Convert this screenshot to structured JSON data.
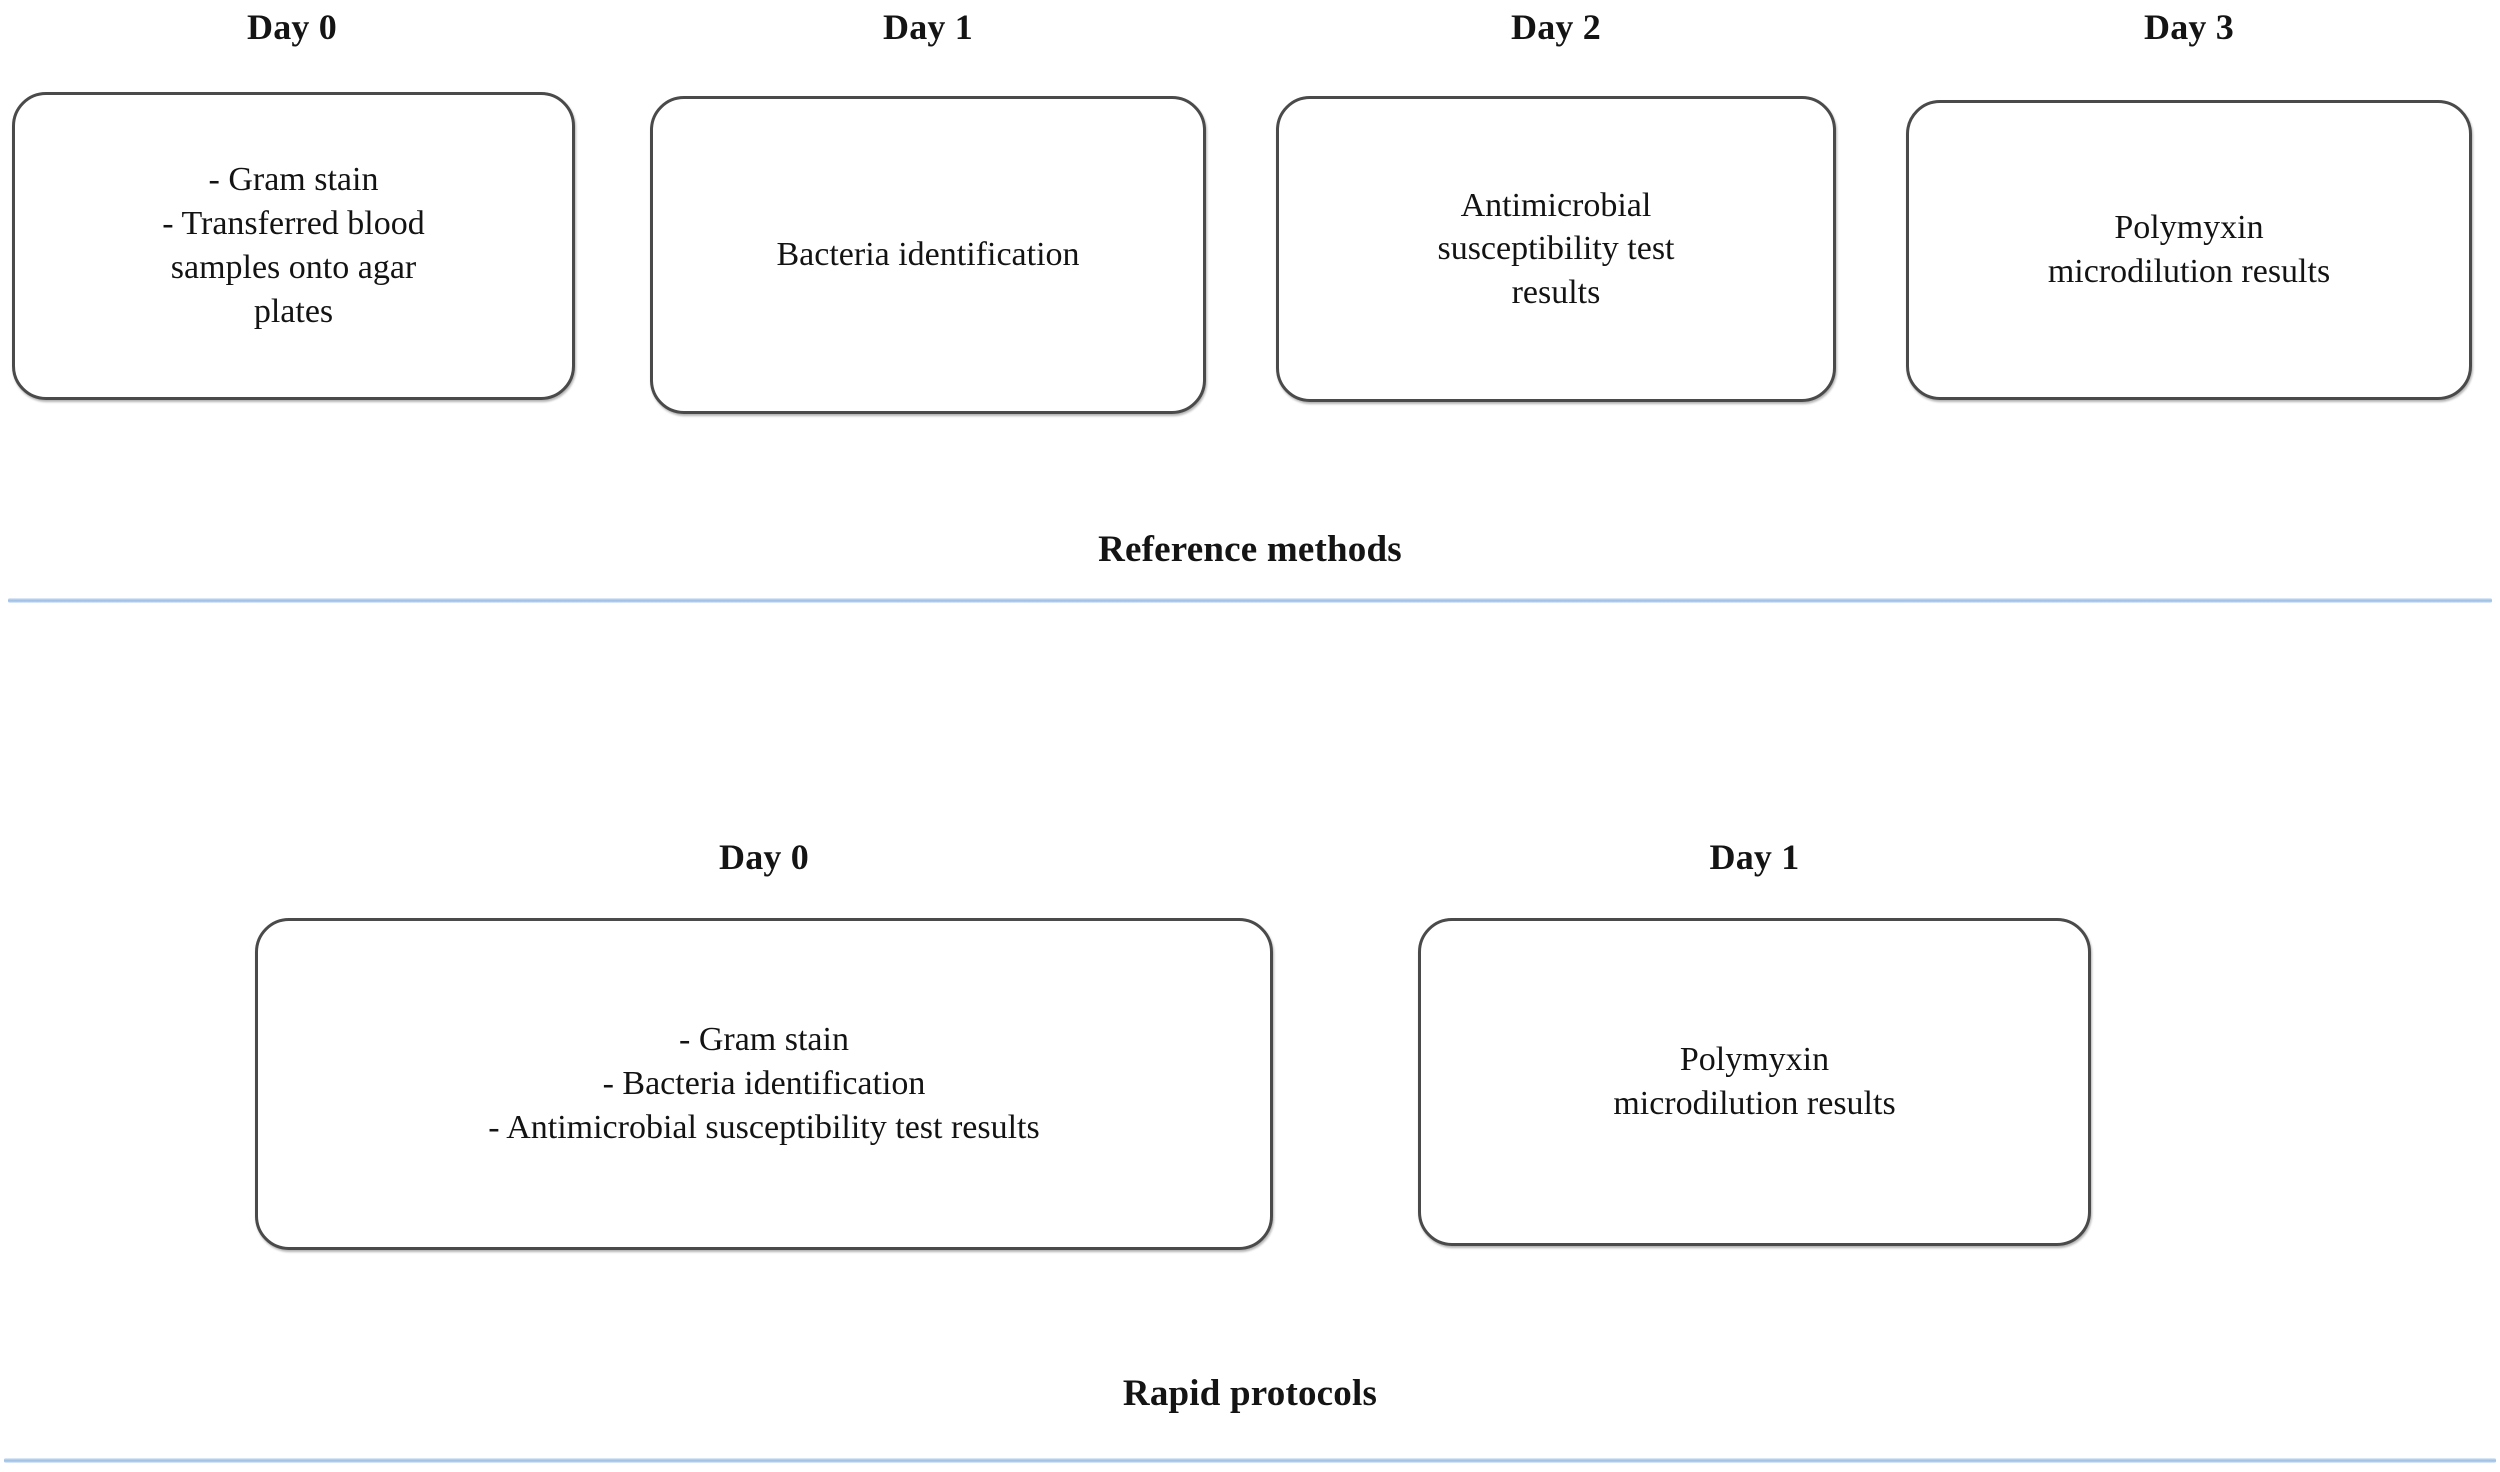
{
  "figure": {
    "background_color": "#ffffff",
    "box_border_color": "#4a4a4a",
    "text_color": "#131313",
    "divider_color": "#a9c6e8"
  },
  "sections": [
    {
      "id": "reference-methods",
      "caption": "Reference methods",
      "steps": [
        {
          "day_label": "Day 0",
          "body": "- Gram stain\n- Transferred blood\nsamples onto agar\nplates"
        },
        {
          "day_label": "Day 1",
          "body": "Bacteria identification"
        },
        {
          "day_label": "Day 2",
          "body": "Antimicrobial\nsusceptibility test\nresults"
        },
        {
          "day_label": "Day 3",
          "body": "Polymyxin\nmicrodilution results"
        }
      ]
    },
    {
      "id": "rapid-protocols",
      "caption": "Rapid protocols",
      "steps": [
        {
          "day_label": "Day 0",
          "body": "- Gram stain\n- Bacteria identification\n- Antimicrobial susceptibility test results"
        },
        {
          "day_label": "Day 1",
          "body": "Polymyxin\nmicrodilution results"
        }
      ]
    }
  ]
}
